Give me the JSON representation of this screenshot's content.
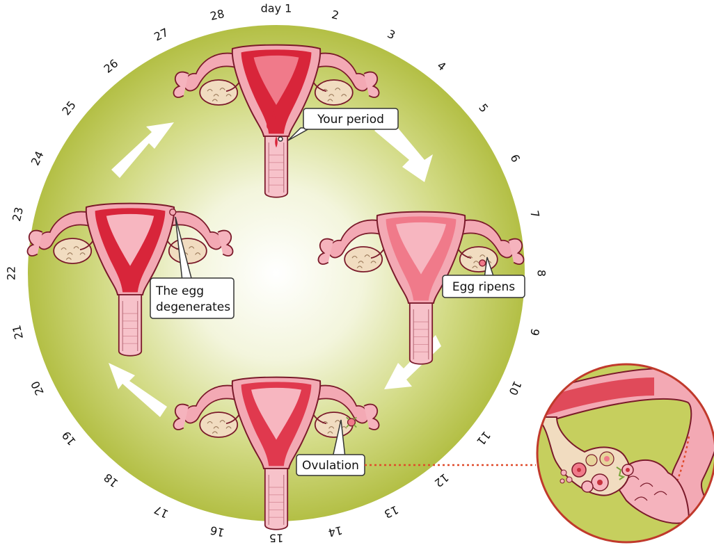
{
  "day_labels": [
    "day 1",
    "2",
    "3",
    "4",
    "5",
    "6",
    "7",
    "8",
    "9",
    "10",
    "11",
    "12",
    "13",
    "14",
    "15",
    "16",
    "17",
    "18",
    "19",
    "20",
    "21",
    "22",
    "23",
    "24",
    "25",
    "26",
    "27",
    "28"
  ],
  "callouts": {
    "period": "Your period",
    "ripens": "Egg ripens",
    "ovulation": "Ovulation",
    "degenerates_line1": "The egg",
    "degenerates_line2": "degenerates"
  },
  "colors": {
    "disc_edge": "#b8c24a",
    "disc_mid": "#dfe3a0",
    "disc_center": "#ffffff",
    "uterus_fill": "#f3a9b4",
    "uterus_outline": "#7a1a2a",
    "lining_period": "#d8253a",
    "lining_light": "#f07a8a",
    "ovary": "#f1dcc0",
    "arrow": "#ffffff",
    "dotted_line": "#e04a2a",
    "inset_border": "#c0392b"
  }
}
